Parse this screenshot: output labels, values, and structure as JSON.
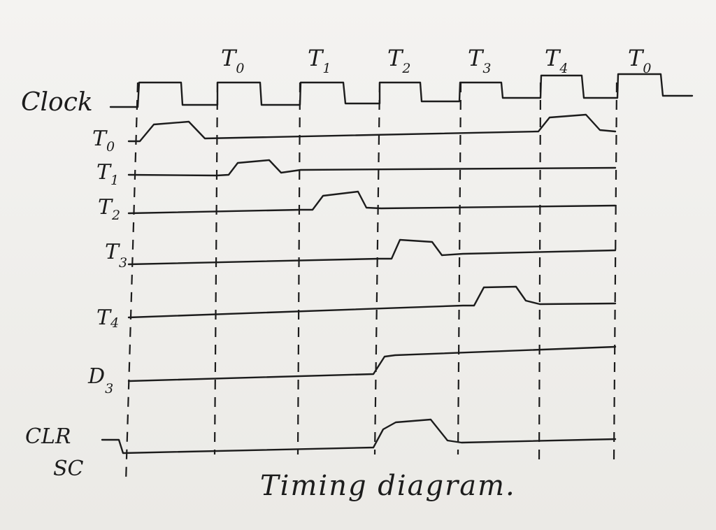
{
  "diagram": {
    "caption": "Timing diagram.",
    "clock_label": "Clock",
    "time_slots": [
      "T0",
      "T1",
      "T2",
      "T3",
      "T4",
      "T0"
    ],
    "signals": [
      {
        "name": "T",
        "sub": "0",
        "active_slot": 0
      },
      {
        "name": "T",
        "sub": "1",
        "active_slot": 1
      },
      {
        "name": "T",
        "sub": "2",
        "active_slot": 2
      },
      {
        "name": "T",
        "sub": "3",
        "active_slot": 3
      },
      {
        "name": "T",
        "sub": "4",
        "active_slot": 4
      },
      {
        "name": "D",
        "sub": "3",
        "active_slot": "2+"
      },
      {
        "name": "CLR",
        "sub": "SC",
        "active_slot": 3
      }
    ]
  }
}
